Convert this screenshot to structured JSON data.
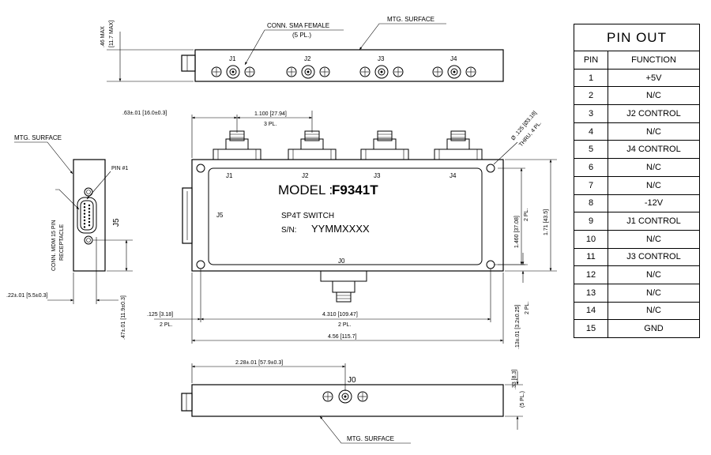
{
  "top_view": {
    "height_dim": ".46 MAX",
    "height_dim_mm": "[11.7 MAX]",
    "conn_note": "CONN. SMA FEMALE",
    "conn_count": "(5 PL.)",
    "mtg_surface": "MTG. SURFACE",
    "ports": [
      "J1",
      "J2",
      "J3",
      "J4"
    ]
  },
  "front_view": {
    "dim_left": ".63±.01 [16.0±0.3]",
    "dim_pitch": "1.100 [27.94]",
    "dim_pitch_count": "3 PL.",
    "hole_dim": "Ø .125 [Ø3.18]",
    "hole_note": "THRU, 4 PL.",
    "model_label": "MODEL :",
    "model_number": "F9341T",
    "switch_type": "SP4T SWITCH",
    "sn_label": "S/N:",
    "serial": "YYMMXXXX",
    "ports": [
      "J1",
      "J2",
      "J3",
      "J4"
    ],
    "j5": "J5",
    "j0": "J0",
    "dim_hole_height": "1.460 [37.08]",
    "dim_hole_height_count": "2 PL.",
    "dim_height": "1.71 [43.5]",
    "dim_hole_offset": ".125 [3.18]",
    "dim_hole_offset_count": "2 PL.",
    "dim_hole_span": "4.310 [109.47]",
    "dim_hole_span_count": "2 PL.",
    "dim_length": "4.56 [115.7]",
    "dim_bottom_hole": ".13±.01 [3.2±0.25]",
    "dim_bottom_hole_count": "2 PL."
  },
  "side_view": {
    "mtg_surface": "MTG. SURFACE",
    "pin1": "PIN #1",
    "conn_note": "CONN. MDM 15 PIN",
    "conn_note2": "RECEPTACLE",
    "j5": "J5",
    "dim_width": ".22±.01 [5.5±0.3]",
    "dim_height": ".47±.01 [11.9±0.3]"
  },
  "bottom_view": {
    "dim_offset": "2.28±.01 [57.9±0.3]",
    "j0": "J0",
    "dim_height": ".33 [8.3]",
    "dim_count": "(5 PL.)",
    "mtg_surface": "MTG. SURFACE"
  },
  "pin_table": {
    "title": "PIN  OUT",
    "col_pin": "PIN",
    "col_function": "FUNCTION",
    "rows": [
      {
        "pin": "1",
        "function": "+5V"
      },
      {
        "pin": "2",
        "function": "N/C"
      },
      {
        "pin": "3",
        "function": "J2 CONTROL"
      },
      {
        "pin": "4",
        "function": "N/C"
      },
      {
        "pin": "5",
        "function": "J4 CONTROL"
      },
      {
        "pin": "6",
        "function": "N/C"
      },
      {
        "pin": "7",
        "function": "N/C"
      },
      {
        "pin": "8",
        "function": "-12V"
      },
      {
        "pin": "9",
        "function": "J1 CONTROL"
      },
      {
        "pin": "10",
        "function": "N/C"
      },
      {
        "pin": "11",
        "function": "J3 CONTROL"
      },
      {
        "pin": "12",
        "function": "N/C"
      },
      {
        "pin": "13",
        "function": "N/C"
      },
      {
        "pin": "14",
        "function": "N/C"
      },
      {
        "pin": "15",
        "function": "GND"
      }
    ]
  }
}
